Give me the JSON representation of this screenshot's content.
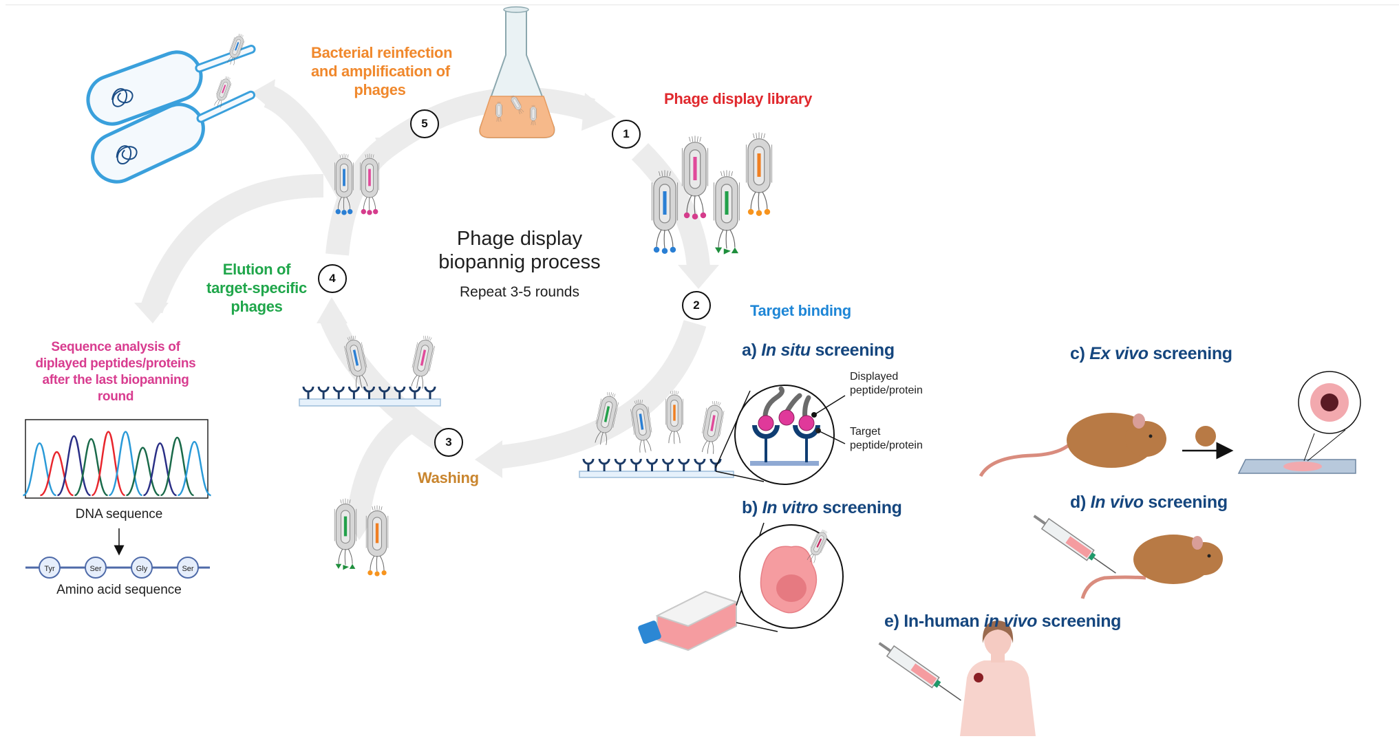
{
  "title": {
    "line1": "Phage display",
    "line2": "biopannig process",
    "subtitle": "Repeat 3-5 rounds"
  },
  "steps": [
    {
      "number": "1",
      "label": "Phage display library",
      "color": "#e0282d"
    },
    {
      "number": "2",
      "label": "Target binding",
      "color": "#1e86d6"
    },
    {
      "number": "3",
      "label": "Washing",
      "color": "#c9852e"
    },
    {
      "number": "4",
      "label_lines": [
        "Elution of",
        "target-specific",
        "phages"
      ],
      "color": "#1fa64a"
    },
    {
      "number": "5",
      "label_lines": [
        "Bacterial reinfection",
        "and amplification of",
        "phages"
      ],
      "color": "#f0882c"
    }
  ],
  "sequence_analysis": {
    "label_lines": [
      "Sequence analysis of",
      "diplayed peptides/proteins",
      "after the last biopanning",
      "round"
    ],
    "color": "#d83c8f",
    "dna_label": "DNA sequence",
    "amino_label": "Amino acid sequence",
    "residues": [
      "Tyr",
      "Ser",
      "Gly",
      "Ser"
    ],
    "chromatogram_peaks": [
      "lightblue",
      "red",
      "navy",
      "darkgreen",
      "red",
      "lightblue",
      "darkgreen",
      "navy",
      "darkgreen",
      "lightblue"
    ]
  },
  "in_situ_zoom": {
    "displayed_label_lines": [
      "Displayed",
      "peptide/protein"
    ],
    "target_label_lines": [
      "Target",
      "peptide/protein"
    ]
  },
  "screening": {
    "a": {
      "prefix": "a) ",
      "italic": "In situ",
      "suffix": " screening"
    },
    "b": {
      "prefix": "b) ",
      "italic": "In vitro",
      "suffix": " screening"
    },
    "c": {
      "prefix": "c) ",
      "italic": "Ex vivo",
      "suffix": " screening"
    },
    "d": {
      "prefix": "d) ",
      "italic": "In vivo",
      "suffix": " screening"
    },
    "e": {
      "prefix": "e) In-human ",
      "italic": "in vivo",
      "suffix": " screening"
    }
  },
  "colors": {
    "navy_heading": "#15467e",
    "cycle_arrow": "#ebebeb",
    "phage_body": "#d6d6d6",
    "bacteria_outline": "#3aa0dc",
    "mouse": "#b87a45"
  }
}
